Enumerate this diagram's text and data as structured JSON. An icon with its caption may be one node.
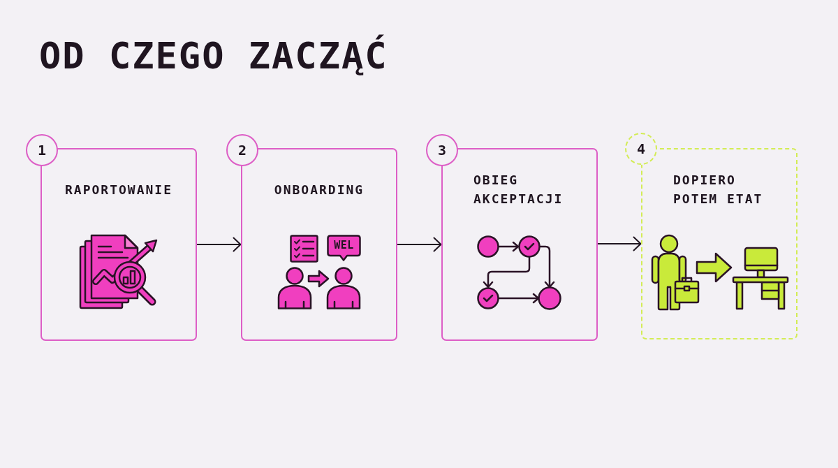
{
  "diagram": {
    "title": "OD CZEGO ZACZĄĆ",
    "nodes": [
      {
        "text": [
          "1"
        ]
      },
      {
        "text": [
          "RAPORTOWANIE"
        ]
      },
      {
        "text": [
          "2"
        ]
      },
      {
        "text": [
          "ONBOARDING"
        ]
      },
      {
        "text": [
          "WEL"
        ],
        "in": 3
      },
      {
        "text": [
          "3"
        ]
      },
      {
        "text": [
          "OBIEG AKCEPTACJI"
        ]
      },
      {
        "text": [
          "4"
        ]
      },
      {
        "text": [
          "DOPIERO POTEM ETAT"
        ]
      }
    ],
    "edges": [
      {
        "from": 1,
        "to": 3,
        "arrow": "to"
      },
      {
        "from": 3,
        "to": 6,
        "arrow": "to"
      },
      {
        "from": 6,
        "to": 8,
        "arrow": "to"
      }
    ]
  }
}
